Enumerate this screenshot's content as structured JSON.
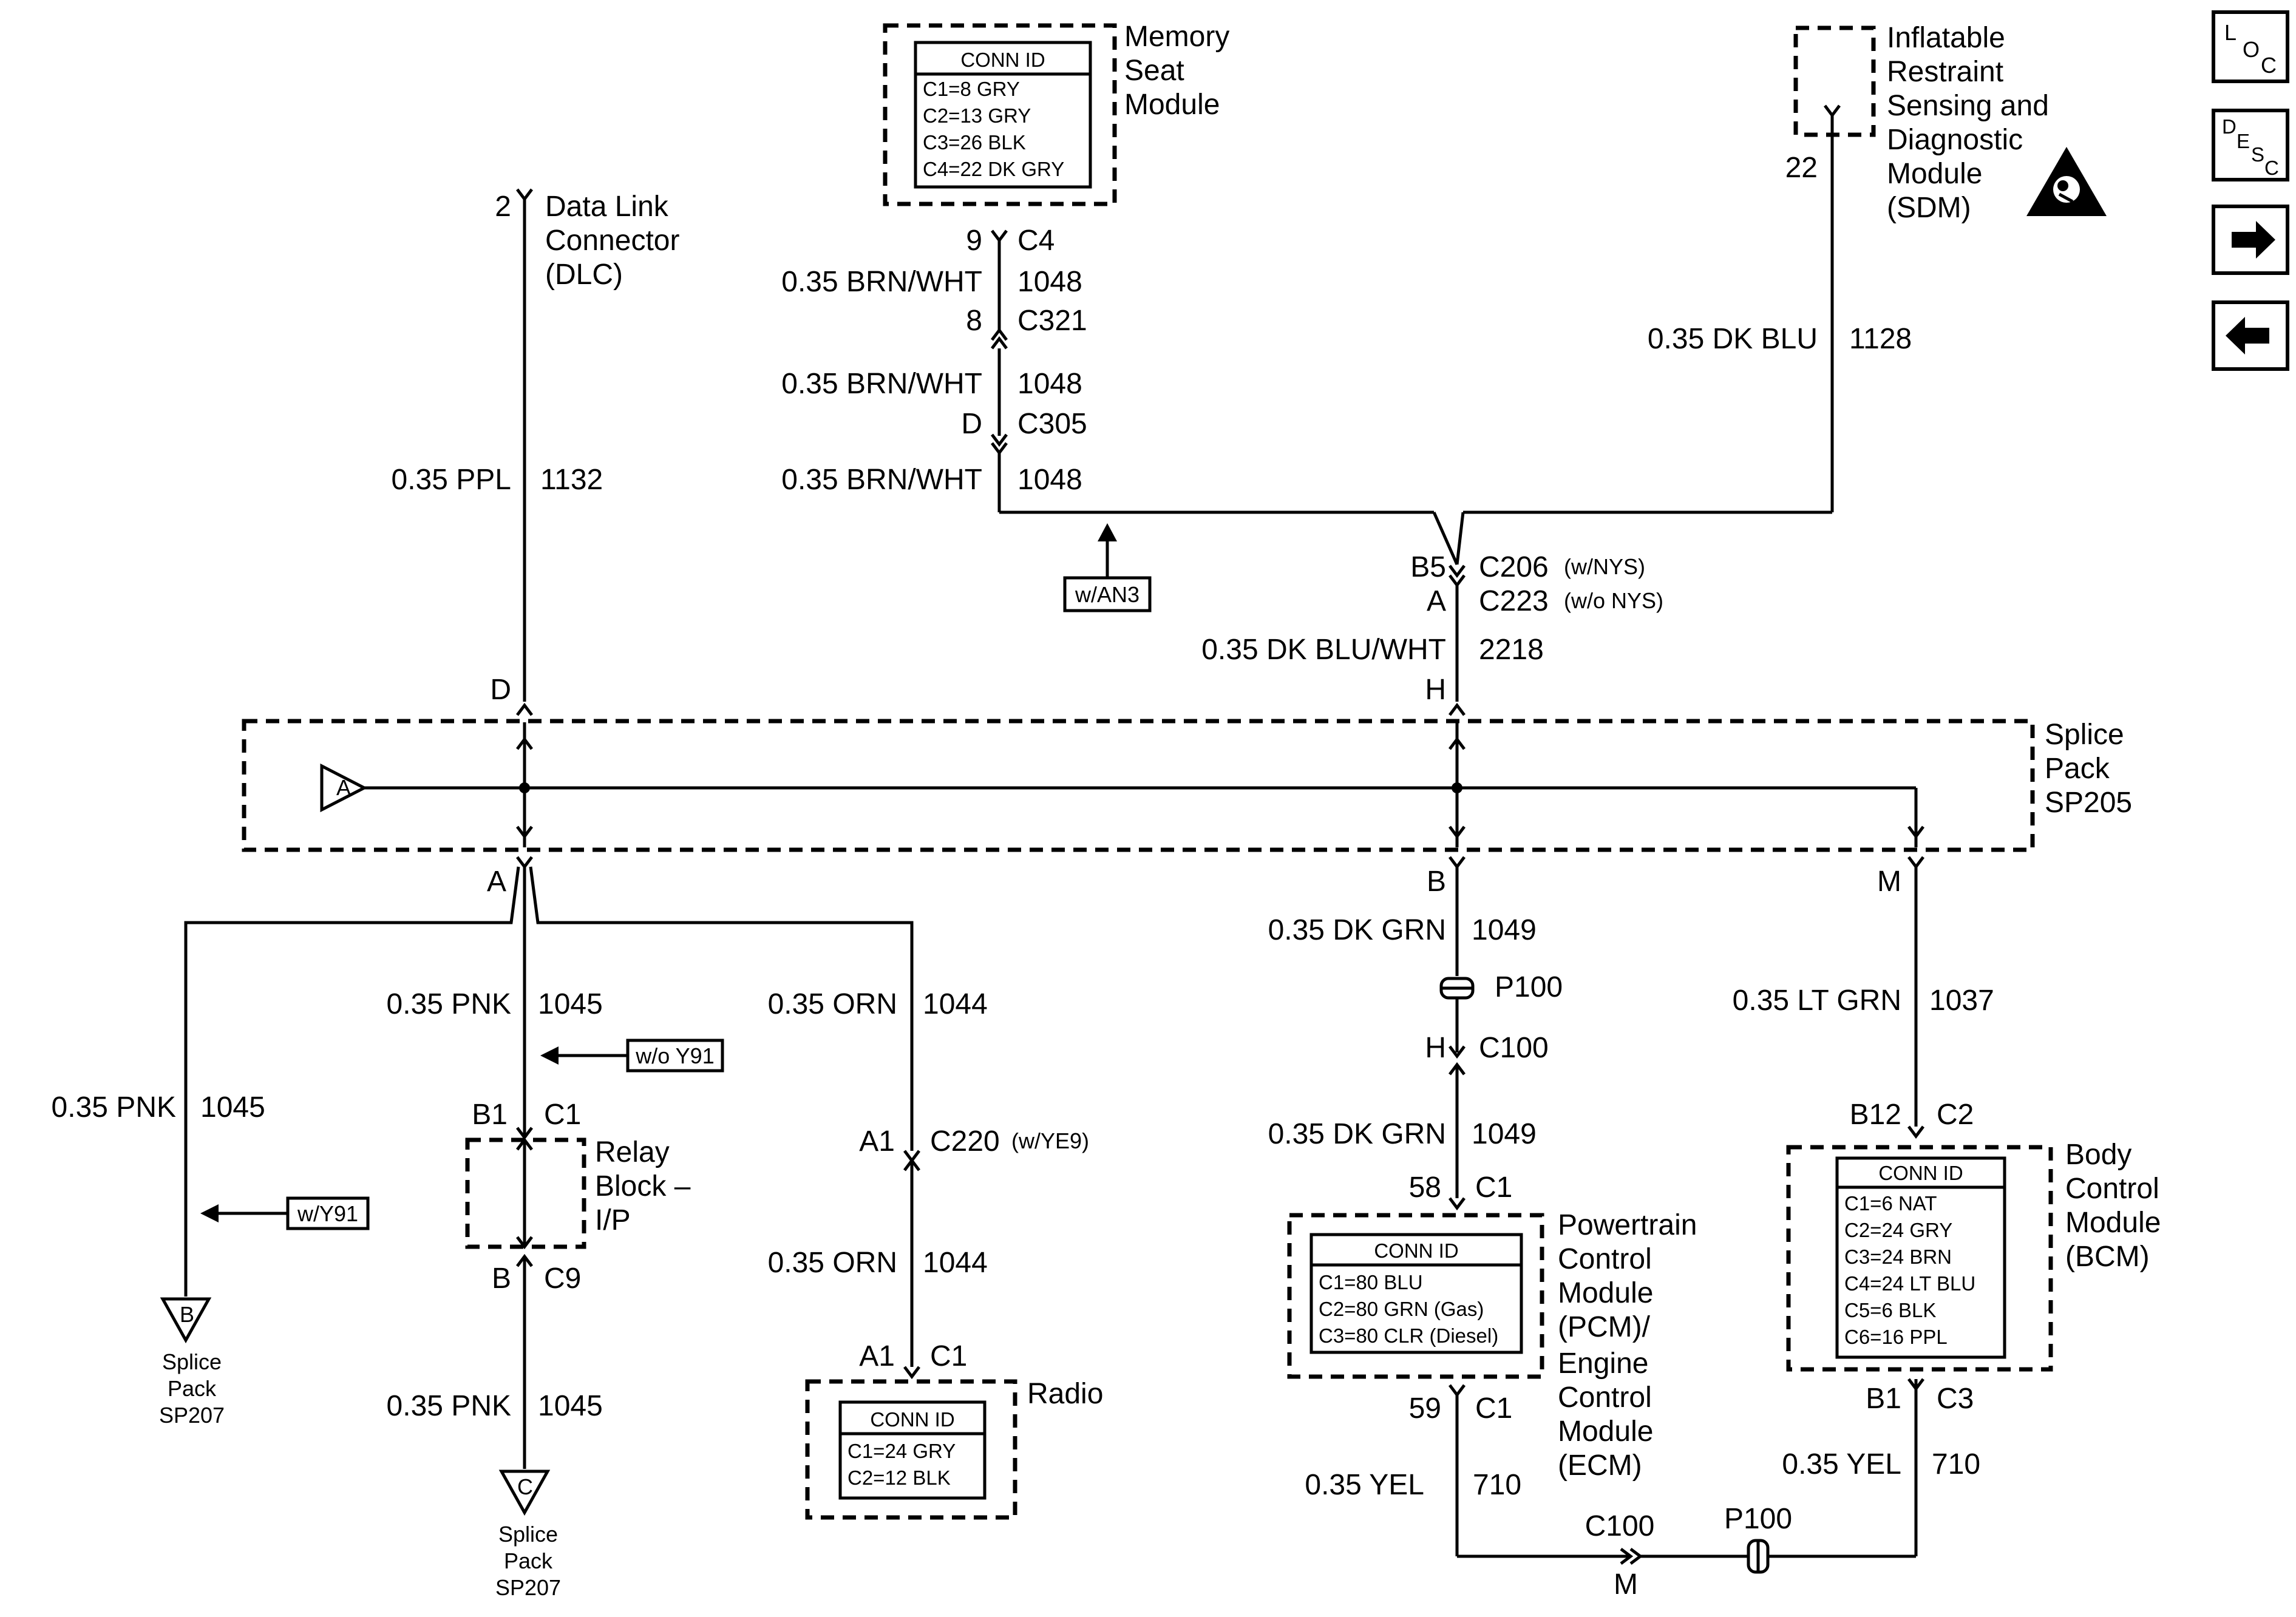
{
  "components": {
    "memory_seat_module": {
      "name_lines": [
        "Memory",
        "Seat",
        "Module"
      ],
      "conn_id": "CONN ID",
      "conns": [
        "C1=8 GRY",
        "C2=13 GRY",
        "C3=26 BLK",
        "C4=22 DK GRY"
      ]
    },
    "sdm": {
      "name_lines": [
        "Inflatable",
        "Restraint",
        "Sensing and",
        "Diagnostic",
        "Module",
        "(SDM)"
      ]
    },
    "dlc": {
      "name_lines": [
        "Data Link",
        "Connector",
        "(DLC)"
      ]
    },
    "splice_pack_sp205": {
      "name_lines": [
        "Splice",
        "Pack",
        "SP205"
      ]
    },
    "relay_block": {
      "name_lines": [
        "Relay",
        "Block –",
        "I/P"
      ]
    },
    "radio": {
      "name": "Radio",
      "conn_id": "CONN ID",
      "conns": [
        "C1=24 GRY",
        "C2=12 BLK"
      ]
    },
    "pcm": {
      "name_lines": [
        "Powertrain",
        "Control",
        "Module",
        "(PCM)/",
        "Engine",
        "Control",
        "Module",
        "(ECM)"
      ],
      "conn_id": "CONN ID",
      "conns": [
        "C1=80 BLU",
        "C2=80 GRN (Gas)",
        "C3=80 CLR (Diesel)"
      ]
    },
    "bcm": {
      "name_lines": [
        "Body",
        "Control",
        "Module",
        "(BCM)"
      ],
      "conn_id": "CONN ID",
      "conns": [
        "C1=6 NAT",
        "C2=24 GRY",
        "C3=24 BRN",
        "C4=24 LT BLU",
        "C5=6 BLK",
        "C6=16 PPL"
      ]
    }
  },
  "splice_packs": {
    "sp207_lines": [
      "Splice",
      "Pack",
      "SP207"
    ],
    "ref_a": "A",
    "ref_b": "B",
    "ref_c": "C"
  },
  "nav": {
    "loc_l": "L",
    "loc_o": "O",
    "loc_c": "C",
    "desc_d": "D",
    "desc_e": "E",
    "desc_s": "S",
    "desc_c": "C",
    "next_icon": "arrow-right",
    "prev_icon": "arrow-left"
  },
  "wires": {
    "dlc_pin": "2",
    "dlc_wire": "0.35 PPL",
    "dlc_circuit": "1132",
    "dlc_sp_pin": "D",
    "msm_pin": "9",
    "msm_conn": "C4",
    "w1048": "0.35 BRN/WHT",
    "c1048": "1048",
    "c321_pin": "8",
    "c321": "C321",
    "c305_pin": "D",
    "c305": "C305",
    "wan3": "w/AN3",
    "sdm_pin": "22",
    "sdm_wire": "0.35 DK BLU",
    "sdm_circuit": "1128",
    "c206_pin": "B5",
    "c206": "C206",
    "c206_note": "(w/NYS)",
    "c223_pin": "A",
    "c223": "C223",
    "c223_note": "(w/o NYS)",
    "w2218": "0.35 DK BLU/WHT",
    "c2218": "2218",
    "h_pin": "H",
    "sp_a_pin": "A",
    "sp_b_pin": "B",
    "sp_m_pin": "M",
    "w1049": "0.35 DK GRN",
    "c1049": "1049",
    "p100": "P100",
    "c100_pin": "H",
    "c100": "C100",
    "pcm_pin58": "58",
    "pcm_c1": "C1",
    "w1037": "0.35 LT GRN",
    "c1037": "1037",
    "bcm_pin": "B12",
    "bcm_conn": "C2",
    "w1045": "0.35 PNK",
    "c1045": "1045",
    "w1044": "0.35 ORN",
    "c1044": "1044",
    "wo_y91": "w/o Y91",
    "w_y91": "w/Y91",
    "rb_b1": "B1",
    "rb_c1": "C1",
    "rb_b": "B",
    "rb_c9": "C9",
    "c220_pin": "A1",
    "c220": "C220",
    "c220_note": "(w/YE9)",
    "radio_pin": "A1",
    "radio_conn": "C1",
    "pcm_pin59": "59",
    "pcm_c1b": "C1",
    "bcm_b1": "B1",
    "bcm_c3": "C3",
    "w710": "0.35 YEL",
    "c710": "710",
    "c100_bot": "C100",
    "c100_bot_pin": "M",
    "p100_bot": "P100"
  }
}
